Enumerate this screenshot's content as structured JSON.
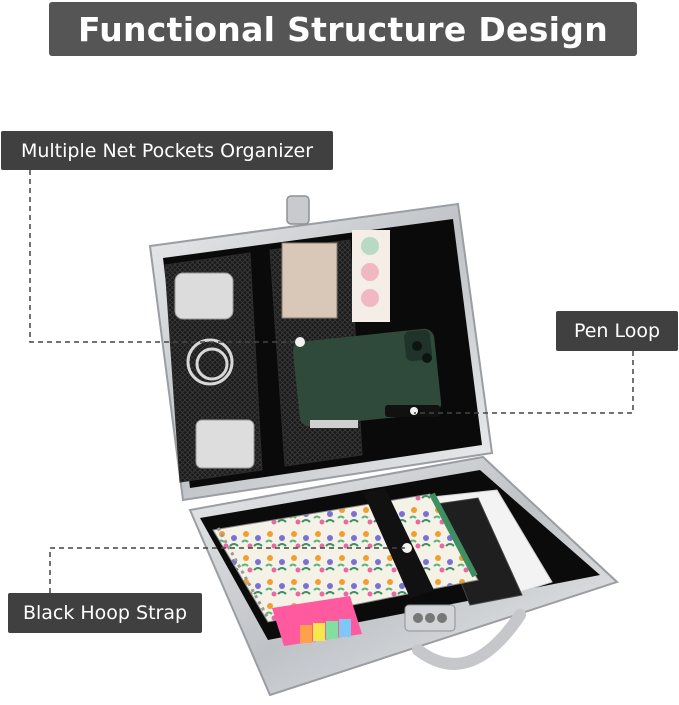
{
  "title": "Functional Structure Design",
  "callouts": {
    "net_pockets": "Multiple Net Pockets Organizer",
    "pen_loop": "Pen Loop",
    "strap": "Black Hoop Strap"
  },
  "colors": {
    "banner": "#555555",
    "callout": "#404040",
    "case_silver": "#c9cbcf",
    "case_lining": "#0a0a0a",
    "phone_green": "#2f4a3a",
    "notebook_green": "#3f8f62",
    "sticky_pink": "#ff5aa0"
  }
}
